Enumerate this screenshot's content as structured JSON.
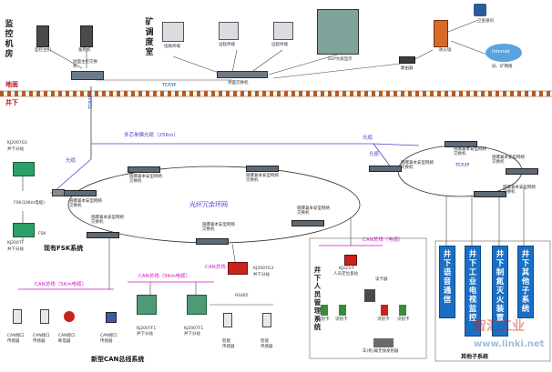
{
  "surface": {
    "monitor_room": "监控机房",
    "dispatch_room": "矿调度室",
    "ground": "地面",
    "underground": "井下"
  },
  "monitor": {
    "host": "监控主机",
    "backup": "备用机",
    "ground_switch": "地面主控交换机"
  },
  "dispatch": {
    "terminal": "指挥终端",
    "remote1": "远程终端",
    "remote2": "远程终端",
    "dlp": "DLP大屏显示",
    "ground_switch2": "地面交换机"
  },
  "net": {
    "router": "路由器",
    "firewall": "防火墙",
    "satellite": "卫星通讯",
    "internet": "Internet",
    "wan": "局、矿网络"
  },
  "links": {
    "tcpip_h": "TCP/IP",
    "tcpip_v": "TCP/IP",
    "tcpip_ring": "TCP/IP",
    "multimode": "多芯单模光缆（25Km）",
    "fiber1": "光缆",
    "fiber2": "光缆",
    "fiber3": "光缆",
    "ring": "光纤冗余环网"
  },
  "switches": {
    "sw1": "隔爆兼本安型网络交换机",
    "sw2": "隔爆兼本安型网络交换机",
    "sw3": "隔爆兼本安型网络交换机",
    "sw4": "隔爆兼本安型网络交换机",
    "sw5": "隔爆兼本安型网络交换机",
    "sw6": "隔爆兼本安型网络交换机",
    "sw7": "隔爆兼本安型网络交换机",
    "sw8": "隔爆兼本安型网络交换机",
    "sw9": "隔爆兼本安型网络交换机",
    "sw10": "隔爆兼本安型网络交换机"
  },
  "fsk": {
    "kj_g1": "KJ2007G1",
    "kj_g1_sub": "井下分站",
    "fsk_cable": "FSK(10Km电缆)",
    "fsk": "FSK",
    "kj_f": "KJ2007F",
    "kj_f_sub": "井下分站",
    "title": "现有FSK系统"
  },
  "can": {
    "bus1": "CAN总线（5Km电缆）",
    "bus2": "CAN总线（5Km电缆）",
    "bus3": "CAN总线",
    "g3": "KJ2007G3",
    "g3_sub": "井下分站",
    "f1a": "KJ2007F1",
    "f1a_sub": "井下分站",
    "f1b": "KJ2007F1",
    "f1b_sub": "井下分站",
    "rs485": "RS485",
    "s1": "CAN接口",
    "s1b": "传感器",
    "s2": "CAN接口",
    "s2b": "传感器",
    "s3": "CAN接口",
    "s3b": "断电器",
    "s4": "CAN接口",
    "s4b": "传感器",
    "s5": "智能",
    "s5b": "传感器",
    "s6": "智能",
    "s6b": "传感器",
    "title": "新型CAN总线系统"
  },
  "personnel": {
    "can_bus": "CAN总线（电缆）",
    "kj": "KJ223-F",
    "kj_sub": "人员定位基站",
    "reader": "读卡器",
    "card1": "识别卡",
    "card2": "识别卡",
    "card3": "识别卡",
    "card4": "识别卡",
    "vehicle": "车(机)载无线发射器",
    "title": "井下人员管理系统"
  },
  "subsystems": {
    "a": "井下语音通信",
    "b": "井下工业电视监控",
    "c": "井下制氮灭火装置",
    "d": "井下其他子系统",
    "title": "其他子系统"
  },
  "watermark": {
    "cn": "智汇工业",
    "en": "www.linki.net"
  }
}
